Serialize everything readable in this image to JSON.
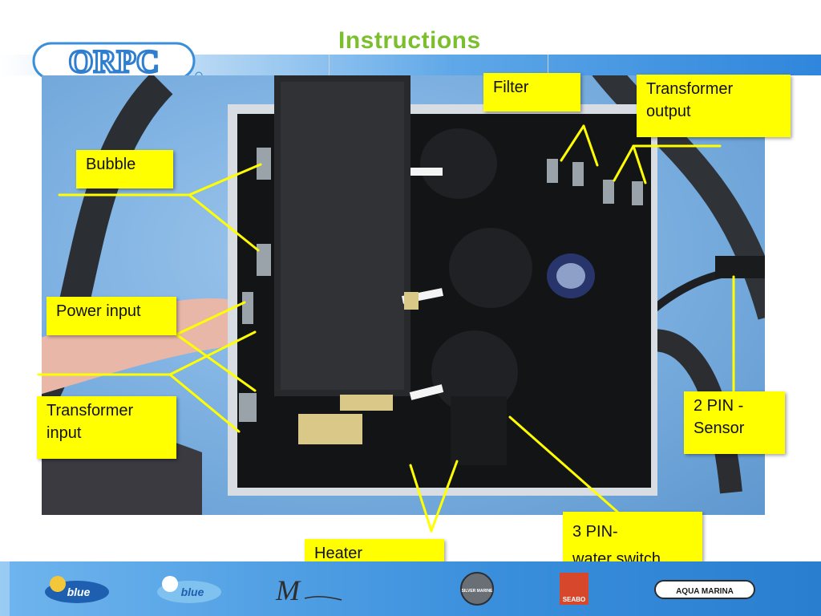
{
  "header": {
    "title": "Instructions",
    "logo_text": "ORPC",
    "accent_color": "#7cbf2e"
  },
  "labels": {
    "filter": "Filter",
    "transformer_output": "Transformer output",
    "bubble": "Bubble",
    "power_input": "Power input",
    "transformer_input": "Transformer input",
    "sensor": "2 PIN - Sensor",
    "water_switch_line1": "3 PIN-",
    "water_switch_line2": "water switch",
    "heater": "Heater"
  },
  "footer": {
    "brands": [
      "blue",
      "blue",
      "M",
      "SILVER MARINE",
      "SEABO",
      "AQUA MARINA"
    ]
  },
  "colors": {
    "callout_bg": "#ffff00",
    "leader_line": "#ffff00",
    "footer_blue": "#3a8fdc"
  }
}
